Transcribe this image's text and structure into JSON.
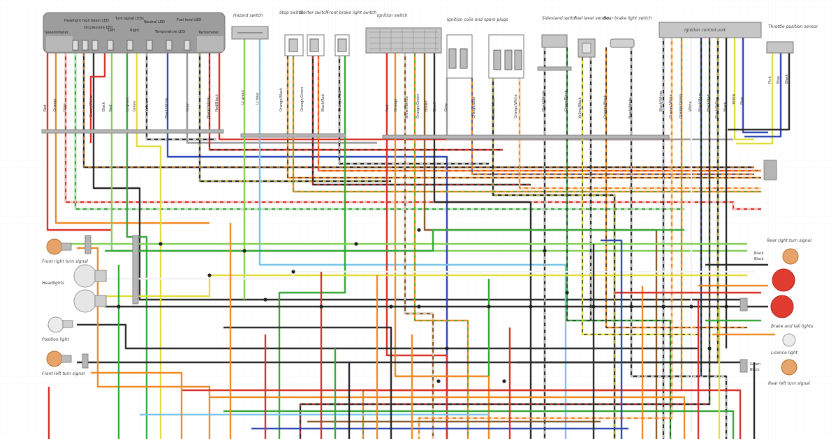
{
  "components": {
    "instrument_panel": {
      "labels": [
        "Speedometer",
        "Headlight high beam LED",
        "Oil pressure LED",
        "Turn signal LEDs",
        "Left",
        "Right",
        "Neutral LED",
        "Temperature LED",
        "Fuel level LED",
        "Tachometer"
      ]
    },
    "hazard_switch": "Hazard switch",
    "stop_switch": "Stop switch",
    "starter_switch": "Starter switch",
    "front_brake_light_switch": "Front brake light switch",
    "ignition_switch": "Ignition switch",
    "ignition_coils": "Ignition coils and spark plugs",
    "sidestand_switch": "Sidestand switch",
    "fuel_level_sender": "Fuel level sender",
    "rear_brake_light_switch": "Rear brake light switch",
    "ignition_control_unit": "Ignition control unit",
    "throttle_position_sensor": "Throttle position sensor",
    "front_right_turn_signal": "Front right turn signal",
    "headlights": "Headlights",
    "position_light": "Position light",
    "front_left_turn_signal": "Front left turn signal",
    "rear_right_turn_signal": "Rear right turn signal",
    "brake_tail_lights": "Brake and tail lights",
    "licence_light": "Licence light",
    "rear_left_turn_signal": "Rear left turn signal"
  },
  "wire_labels": {
    "panel_drop": [
      "Red",
      "Orange",
      "Grey",
      "Green/White",
      "Black",
      "Red",
      "Lt green",
      "Green",
      "Yellow",
      "Black/White",
      "Grey",
      "Black/Yellow",
      "Red/Black"
    ],
    "hazard": [
      "Lt green",
      "Lt blue"
    ],
    "stop_brake": [
      "Orange/Black",
      "Orange/Green",
      "Black/Red",
      "Orange/Red"
    ],
    "ignition": [
      "Red",
      "Orange",
      "Brown/White",
      "Orange/Green",
      "Brown",
      "Black"
    ],
    "coils": [
      "Grey",
      "Orange/Blue",
      "Black/Yellow",
      "Orange/White"
    ],
    "side_fuel": [
      "Black/White",
      "Green/Black",
      "Yellow/Black",
      "Orange/Black",
      "Black/White"
    ],
    "icu": [
      "Black/White",
      "Orange/White",
      "Orange/Green",
      "White",
      "Black/Blue",
      "Black/Red",
      "Black/Yellow",
      "Black",
      "Yellow",
      "Blue"
    ],
    "tps_wires": [
      "Pink",
      "Blue",
      "Black"
    ],
    "rear_right": [
      "Black",
      "Black"
    ],
    "rear_left": [
      "Green",
      "Black"
    ]
  },
  "colors": {
    "red": "#d8322b",
    "orange": "#ef8a24",
    "green": "#38a83a",
    "light_green": "#86cf58",
    "yellow": "#e2dd3f",
    "blue": "#2f4ab5",
    "light_blue": "#79c5ea",
    "black": "#2a2a2a",
    "grey": "#9a9a9a",
    "brown": "#8a5a2b",
    "white": "#f2f2f2"
  }
}
